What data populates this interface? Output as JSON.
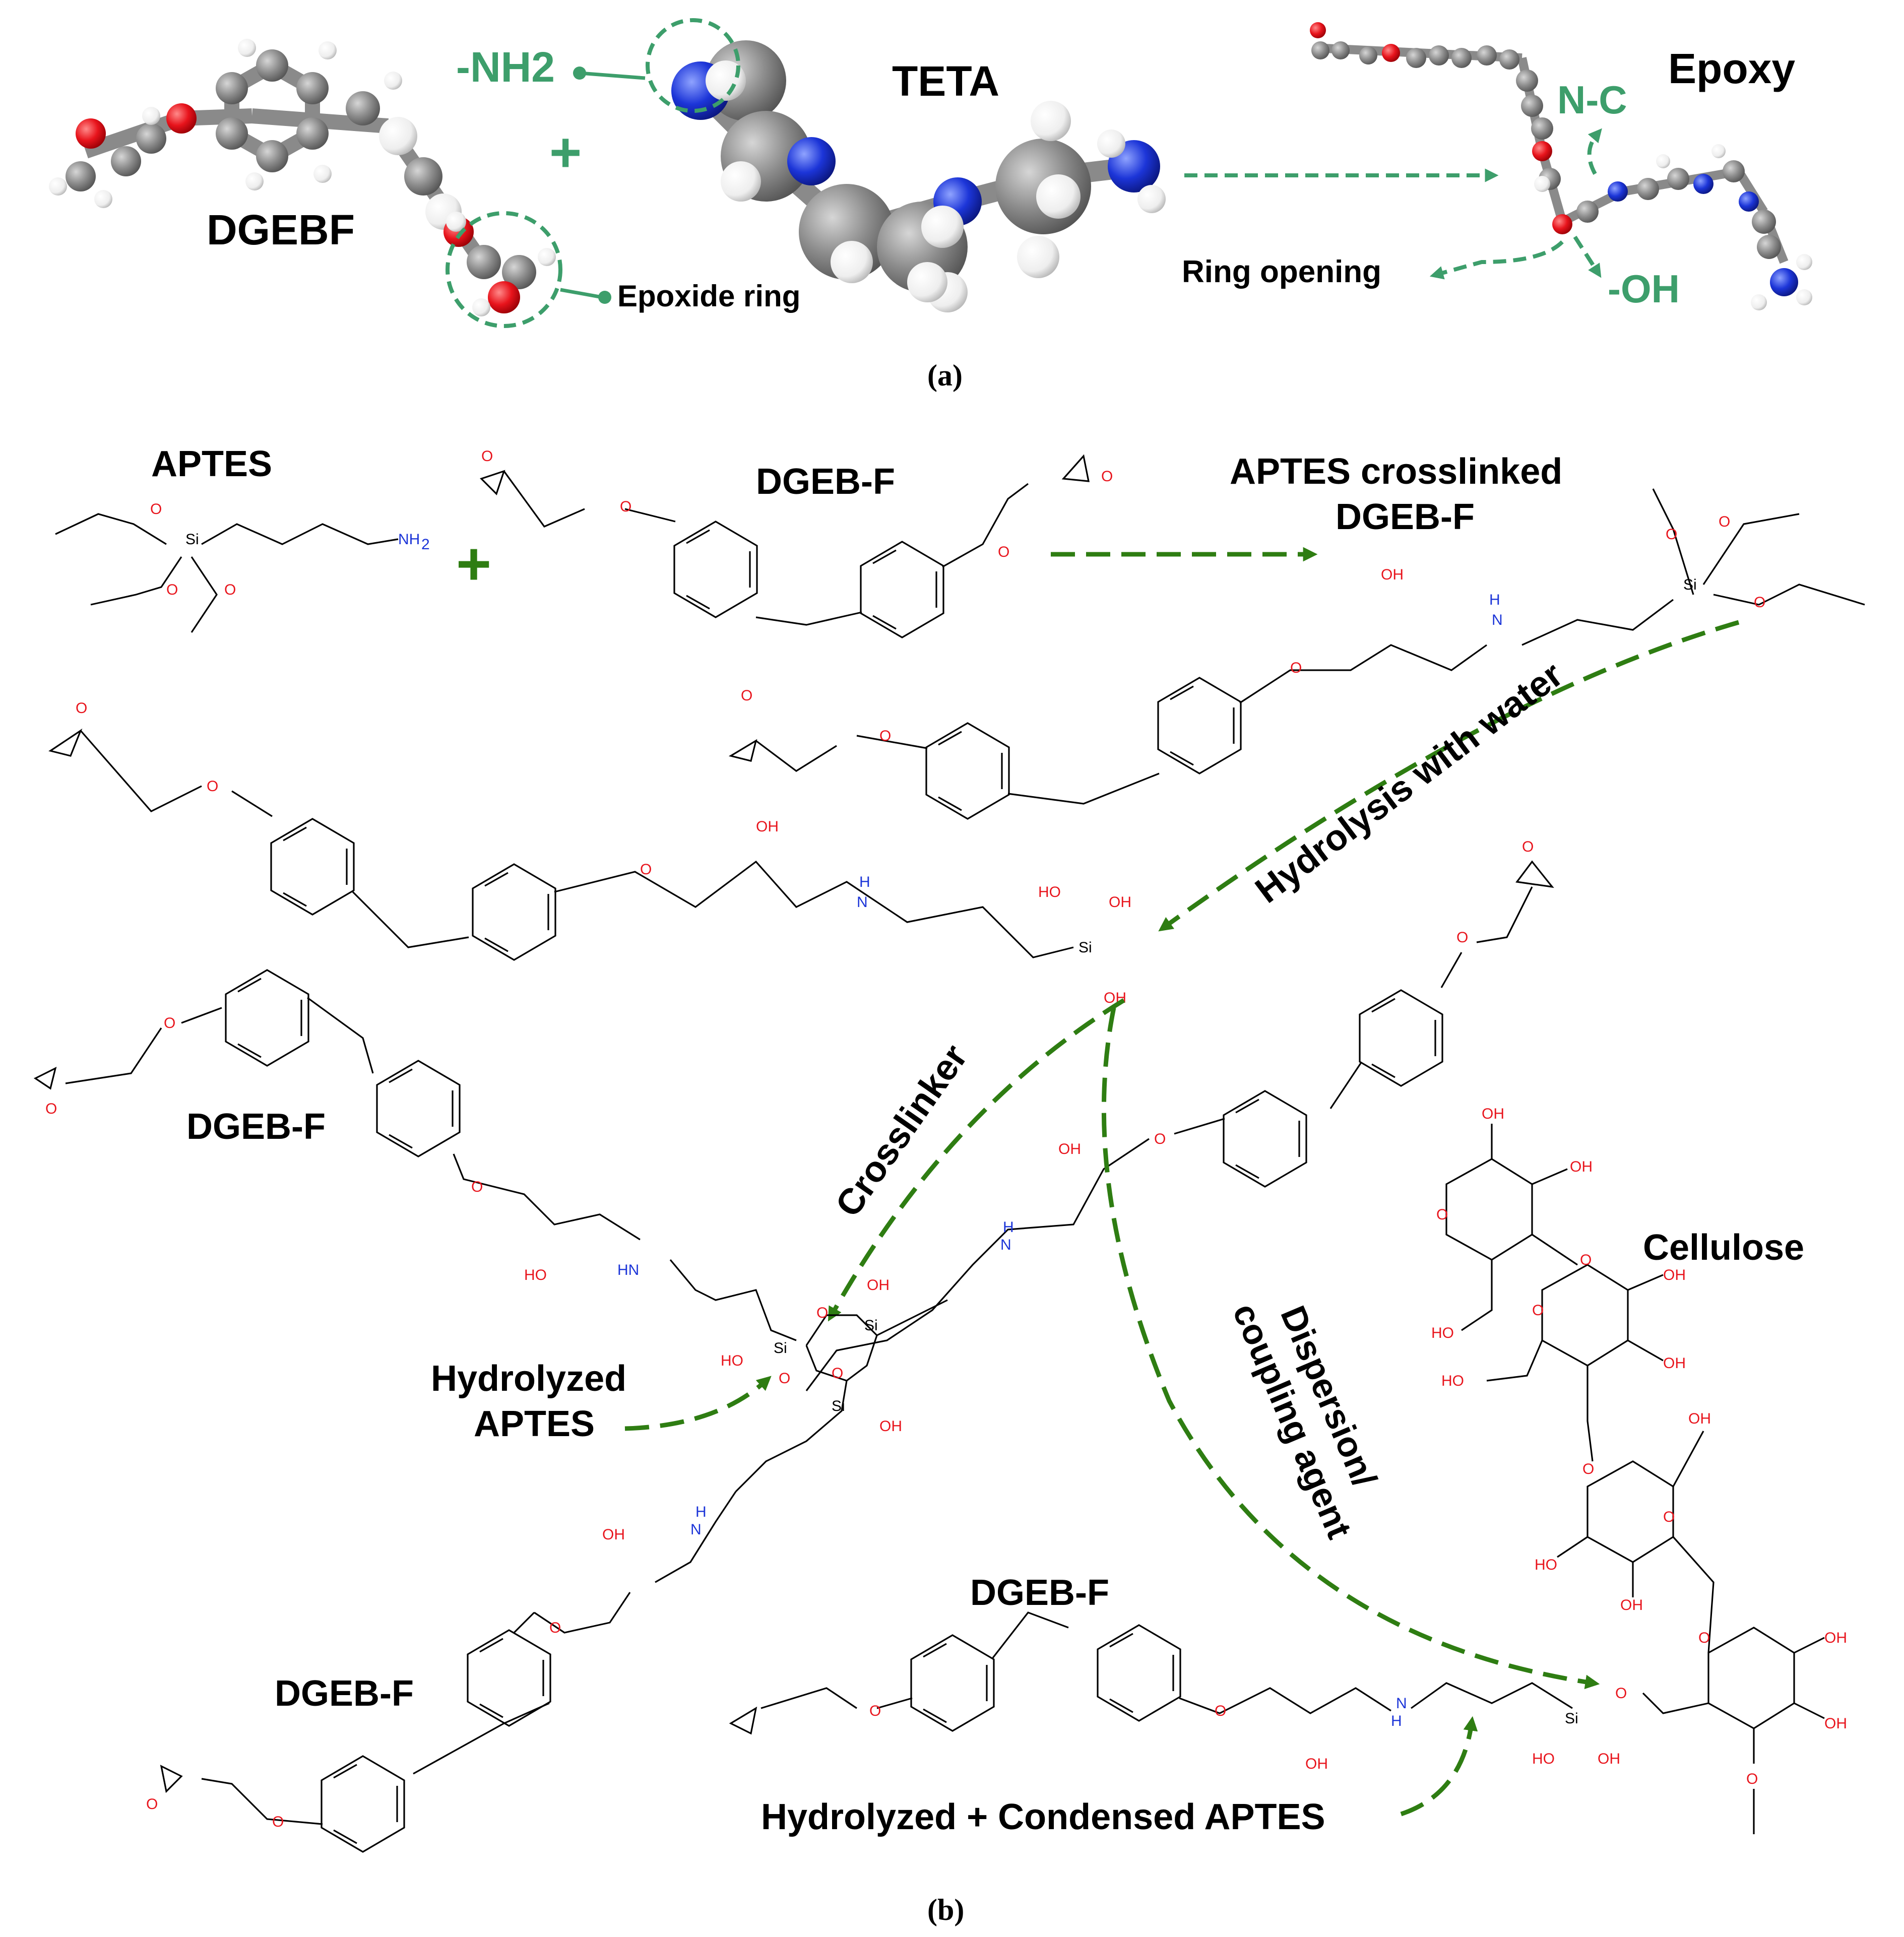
{
  "panel_a": {
    "caption": "(a)",
    "labels": {
      "dgebf": "DGEBF",
      "nh2": "-NH2",
      "plus": "+",
      "teta": "TETA",
      "epoxide_ring": "Epoxide ring",
      "epoxy": "Epoxy",
      "nc": "N-C",
      "ring_opening": "Ring opening",
      "oh": "-OH"
    }
  },
  "panel_b": {
    "caption": "(b)",
    "labels": {
      "aptes": "APTES",
      "plus": "+",
      "dgebf_top": "DGEB-F",
      "aptes_crosslinked_line1": "APTES crosslinked",
      "aptes_crosslinked_line2": "DGEB-F",
      "hydrolysis": "Hydrolysis with water",
      "dgebf_left": "DGEB-F",
      "crosslinker": "Crosslinker",
      "hydrolyzed_aptes_line1": "Hydrolyzed",
      "hydrolyzed_aptes_line2": "APTES",
      "dispersion_line1": "Dispersion/",
      "dispersion_line2": "coupling agent",
      "cellulose": "Cellulose",
      "dgebf_bottom_left": "DGEB-F",
      "dgebf_bottom": "DGEB-F",
      "condensed_aptes": "Hydrolyzed + Condensed APTES"
    },
    "atoms": {
      "o": "O",
      "oh": "OH",
      "ho": "HO",
      "si": "Si",
      "h": "H",
      "nh2": "NH",
      "hn": "HN",
      "sub2": "2"
    }
  },
  "colors": {
    "arrow_green": "#2e7d12",
    "label_green": "#3d9e6b",
    "oxygen_red": "#e8141c",
    "nitrogen_blue": "#1c35d8",
    "carbon_gray": "#8a8a8a"
  }
}
